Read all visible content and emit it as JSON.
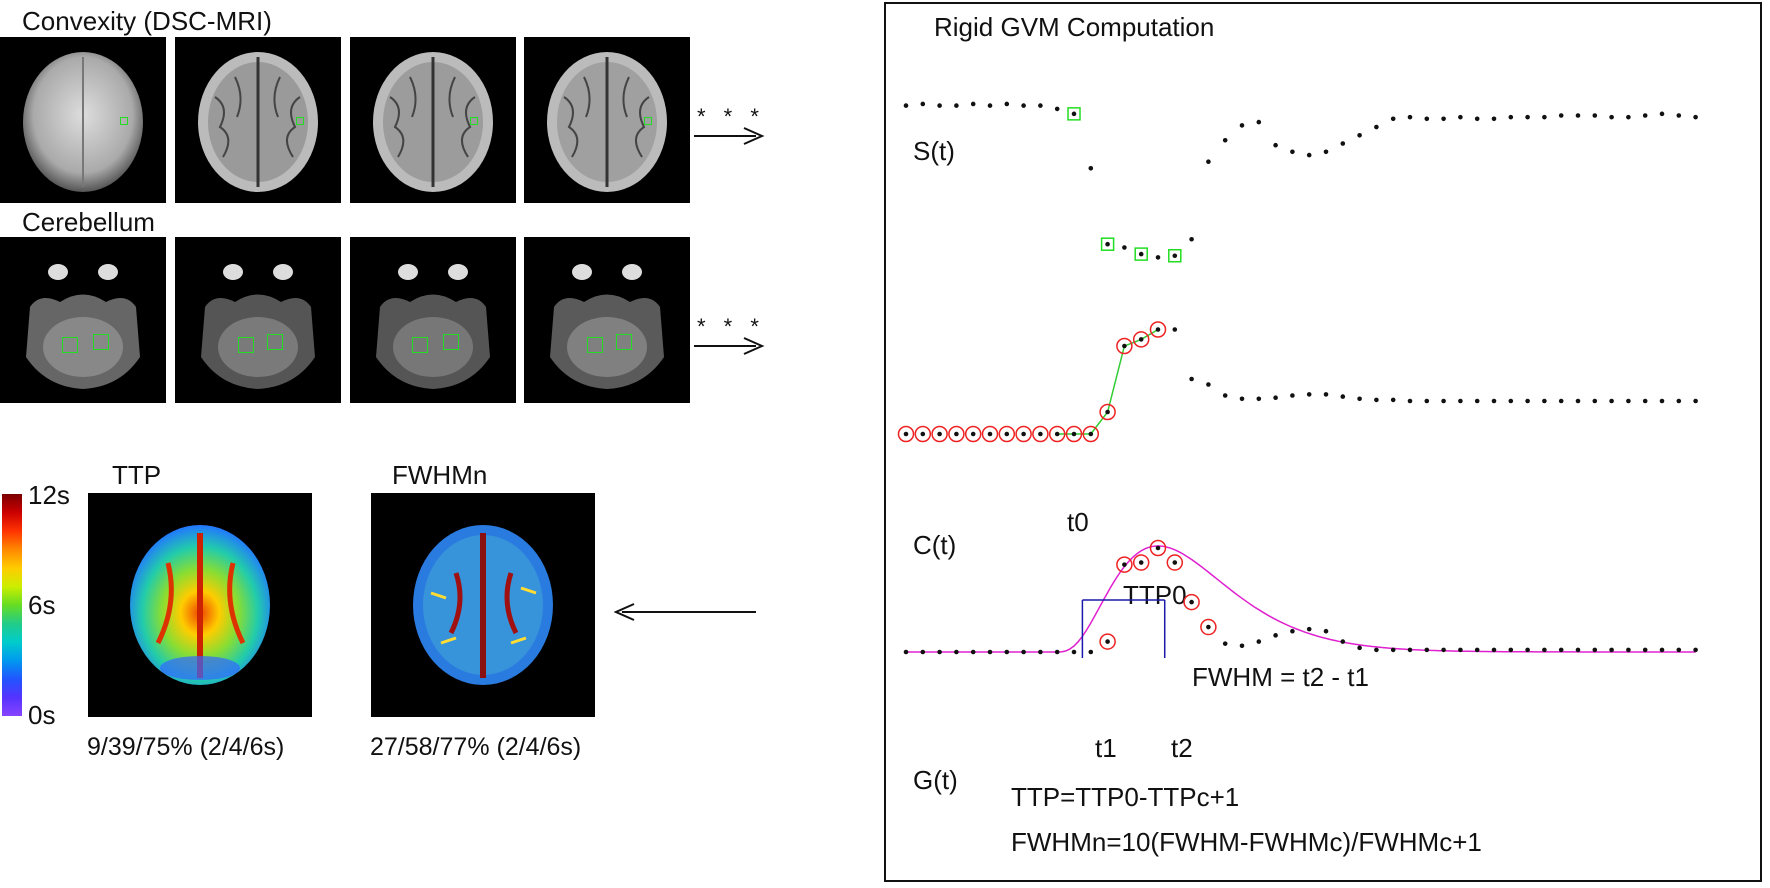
{
  "left": {
    "convexity_title": "Convexity (DSC-MRI)",
    "cerebellum_title": "Cerebellum",
    "ellipsis": "* * *"
  },
  "maps": {
    "ttp_title": "TTP",
    "fwhmn_title": "FWHMn",
    "ttp_caption": "9/39/75% (2/4/6s)",
    "fwhmn_caption": "27/58/77% (2/4/6s)",
    "colorbar": {
      "max": "12s",
      "mid": "6s",
      "min": "0s"
    }
  },
  "panel": {
    "title": "Rigid GVM Computation",
    "s_label": "S(t)",
    "c_label": "C(t)",
    "g_label": "G(t)",
    "t0": "t0",
    "ttp0": "TTP0",
    "fwhm_eq": "FWHM = t2 - t1",
    "t1": "t1",
    "t2": "t2",
    "formula_ttp": "TTP=TTP0-TTPc+1",
    "formula_fwhmn": "FWHMn=10(FWHM-FWHMc)/FWHMc+1"
  },
  "colors": {
    "roi": "#22dd22",
    "fit_green": "#33cc33",
    "circle_red": "#ee2222",
    "gamma_magenta": "#e020d0",
    "fwhm_blue": "#1a1aaa"
  },
  "curves": {
    "s_t": [
      0.96,
      0.97,
      0.96,
      0.96,
      0.97,
      0.96,
      0.97,
      0.96,
      0.96,
      0.94,
      0.91,
      0.58,
      0.12,
      0.1,
      0.06,
      0.04,
      0.05,
      0.15,
      0.62,
      0.75,
      0.84,
      0.86,
      0.72,
      0.68,
      0.66,
      0.68,
      0.73,
      0.78,
      0.83,
      0.88,
      0.89,
      0.88,
      0.88,
      0.89,
      0.88,
      0.88,
      0.89,
      0.89,
      0.89,
      0.9,
      0.9,
      0.9,
      0.89,
      0.89,
      0.9,
      0.91,
      0.9,
      0.89
    ],
    "c_t": [
      0.0,
      0.0,
      0.0,
      0.0,
      0.0,
      0.0,
      0.0,
      0.0,
      0.0,
      0.0,
      0.0,
      0.0,
      0.2,
      0.8,
      0.86,
      0.95,
      0.95,
      0.5,
      0.45,
      0.35,
      0.32,
      0.32,
      0.33,
      0.35,
      0.36,
      0.36,
      0.34,
      0.32,
      0.31,
      0.31,
      0.3,
      0.3,
      0.3,
      0.3,
      0.3,
      0.3,
      0.3,
      0.3,
      0.3,
      0.3,
      0.3,
      0.3,
      0.3,
      0.3,
      0.3,
      0.3,
      0.3,
      0.3
    ],
    "g_t": [
      0.0,
      0.0,
      0.0,
      0.0,
      0.0,
      0.0,
      0.0,
      0.0,
      0.0,
      0.0,
      0.0,
      0.0,
      0.1,
      0.84,
      0.86,
      1.0,
      0.86,
      0.48,
      0.24,
      0.08,
      0.06,
      0.1,
      0.16,
      0.2,
      0.22,
      0.2,
      0.1,
      0.04,
      0.02,
      0.02,
      0.02,
      0.02,
      0.02,
      0.02,
      0.02,
      0.02,
      0.02,
      0.02,
      0.02,
      0.02,
      0.02,
      0.02,
      0.02,
      0.02,
      0.02,
      0.02,
      0.02,
      0.02
    ]
  }
}
